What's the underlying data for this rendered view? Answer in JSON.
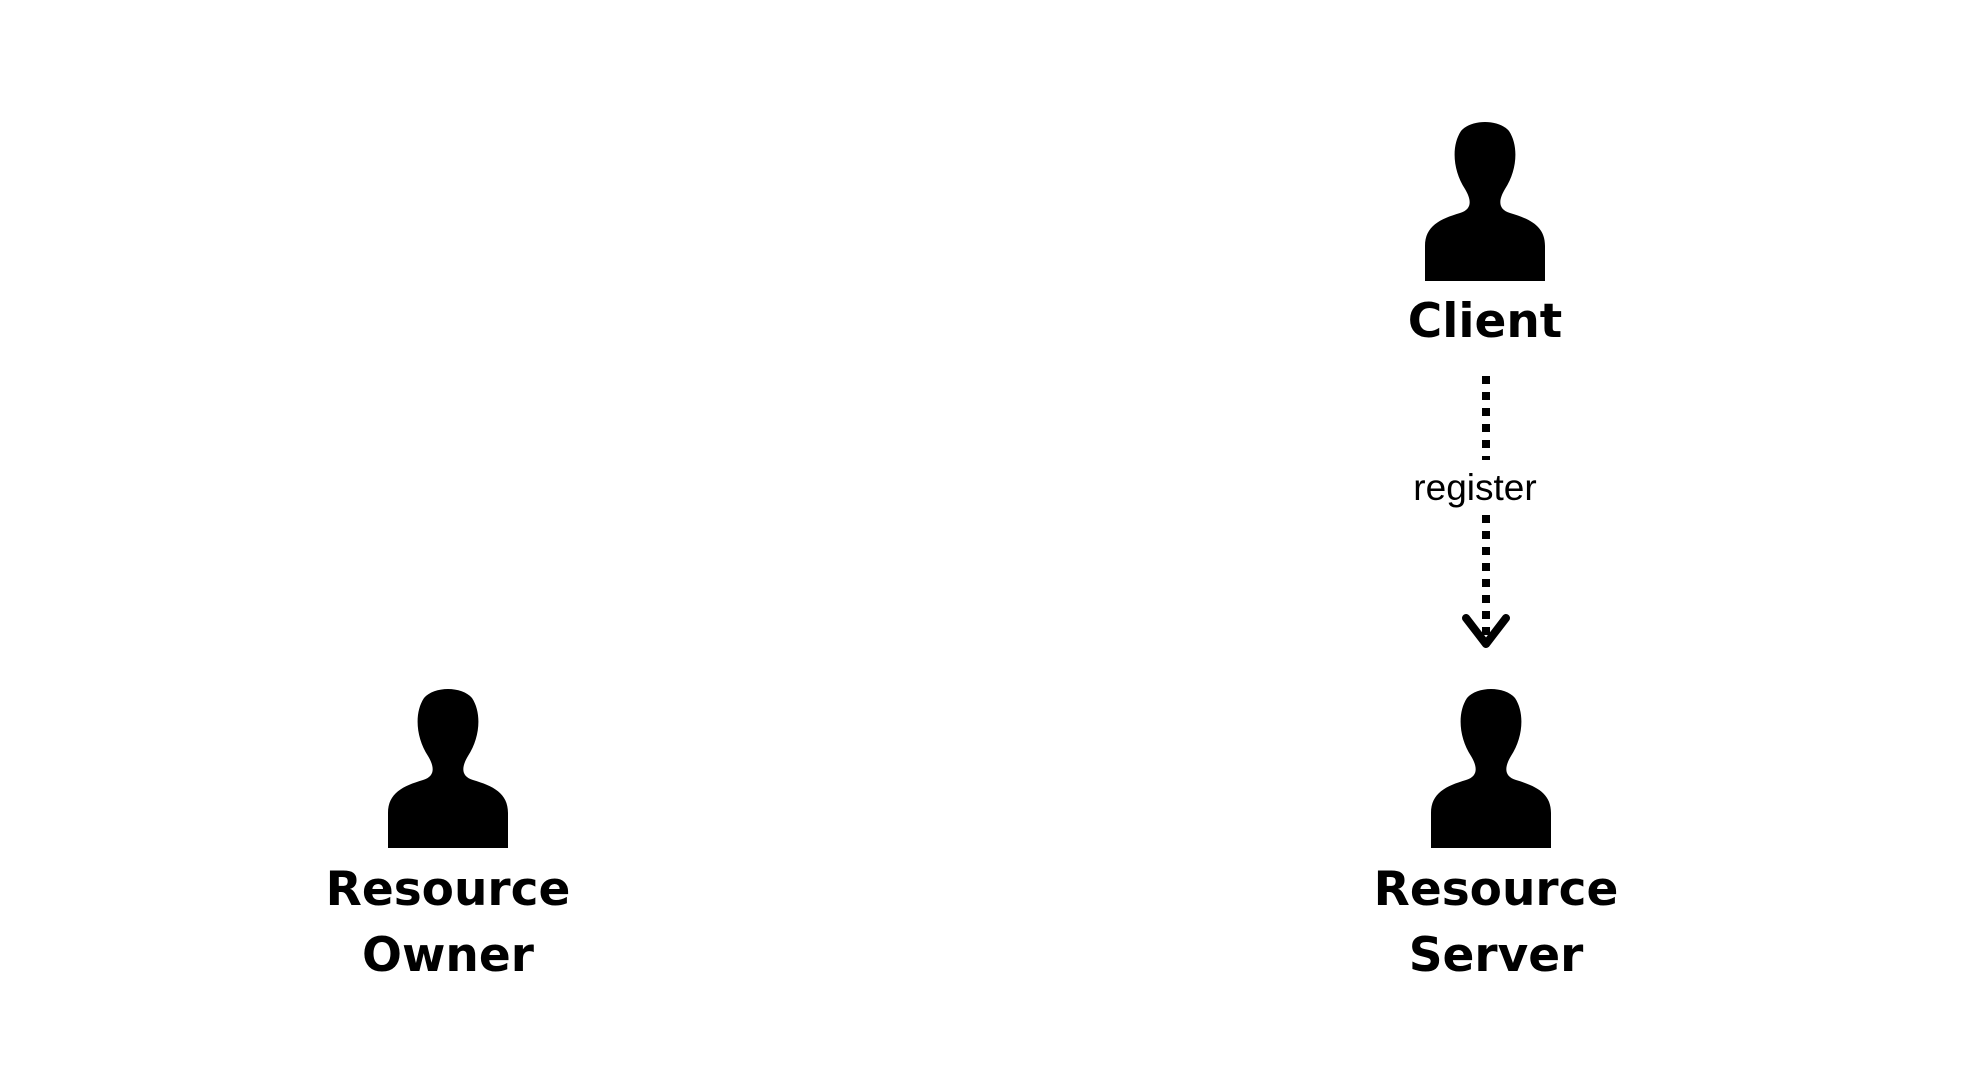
{
  "actors": {
    "client": {
      "label": "Client",
      "icon": "person-icon"
    },
    "resource_owner": {
      "label_line1": "Resource",
      "label_line2": "Owner",
      "icon": "person-icon"
    },
    "resource_server": {
      "label_line1": "Resource",
      "label_line2": "Server",
      "icon": "person-icon"
    }
  },
  "edges": [
    {
      "from": "Client",
      "to": "Resource Server",
      "label": "register",
      "style": "dotted",
      "arrow": "arrow-down-icon"
    }
  ],
  "colors": {
    "background": "#ffffff",
    "ink": "#000000"
  }
}
